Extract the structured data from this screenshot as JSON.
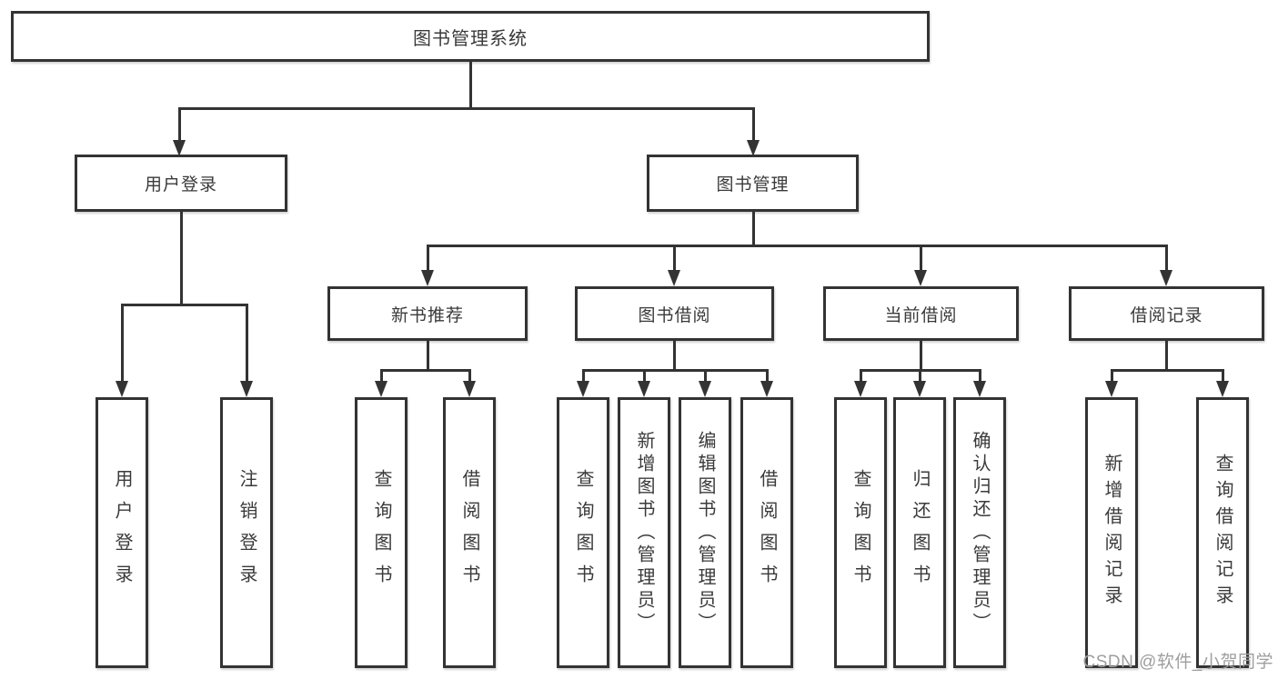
{
  "diagram": {
    "root": {
      "label": "图书管理系统"
    },
    "level2": [
      {
        "label": "用户登录"
      },
      {
        "label": "图书管理"
      }
    ],
    "level3": [
      {
        "label": "新书推荐"
      },
      {
        "label": "图书借阅"
      },
      {
        "label": "当前借阅"
      },
      {
        "label": "借阅记录"
      }
    ],
    "leaves": {
      "user_login": [
        {
          "label": "用户登录"
        },
        {
          "label": "注销登录"
        }
      ],
      "new_books": [
        {
          "label": "查询图书"
        },
        {
          "label": "借阅图书"
        }
      ],
      "book_borrow": [
        {
          "label": "查询图书"
        },
        {
          "label": "新增图书（管理员）"
        },
        {
          "label": "编辑图书（管理员）"
        },
        {
          "label": "借阅图书"
        }
      ],
      "current_borrow": [
        {
          "label": "查询图书"
        },
        {
          "label": "归还图书"
        },
        {
          "label": "确认归还（管理员）"
        }
      ],
      "borrow_records": [
        {
          "label": "新增借阅记录"
        },
        {
          "label": "查询借阅记录"
        }
      ]
    },
    "colors": {
      "line": "#333333",
      "text": "#3a3a3a",
      "background": "#ffffff"
    }
  },
  "watermark": {
    "text": "CSDN @软件_小贺同学",
    "color": "#9e9e9e"
  }
}
